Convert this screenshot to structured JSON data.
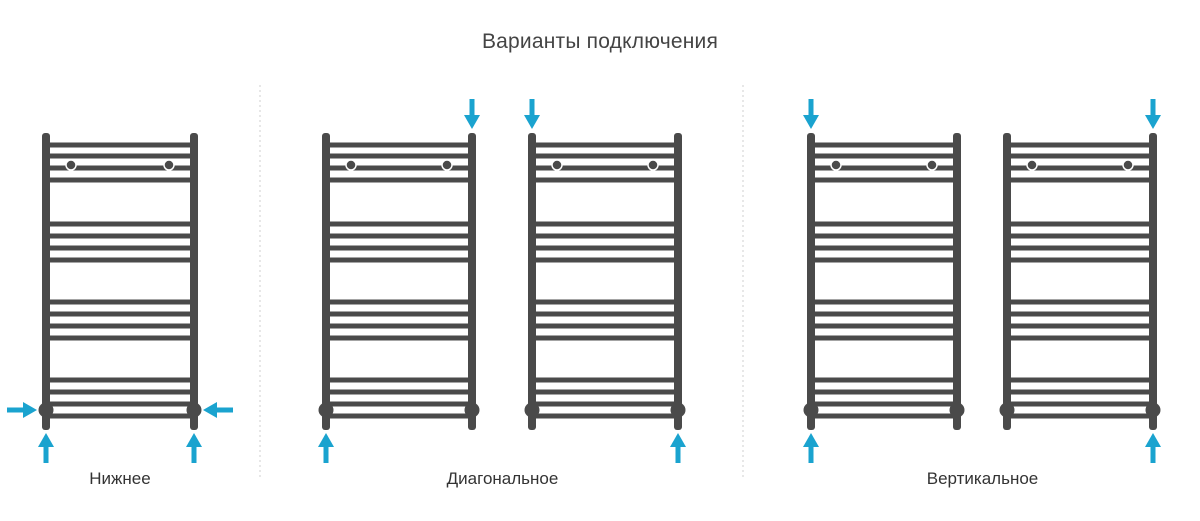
{
  "title": "Варианты подключения",
  "groups": [
    {
      "label": "Нижнее"
    },
    {
      "label": "Диагональное"
    },
    {
      "label": "Вертикальное"
    }
  ],
  "colors": {
    "radiator": "#4a4a4a",
    "arrow": "#1aa3cf",
    "divider": "#cfcfcf",
    "text": "#444444"
  },
  "icons": {
    "radiator": "towel-rail-icon",
    "arrow": "flow-arrow-icon"
  }
}
